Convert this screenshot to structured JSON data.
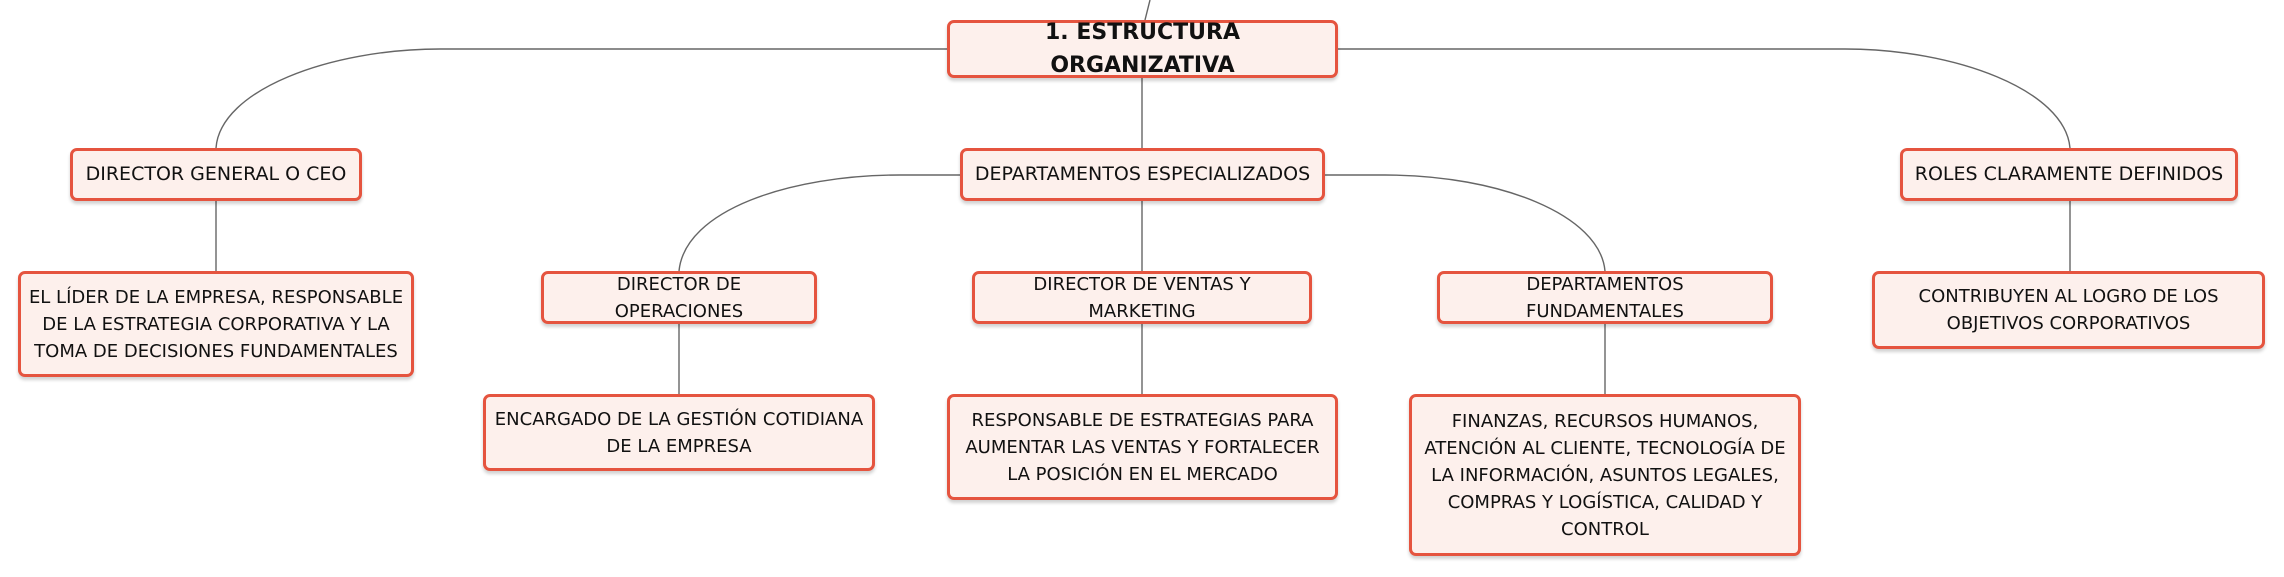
{
  "colors": {
    "node_fill": "#fdf0ec",
    "node_border": "#e5543f",
    "connector": "#666666"
  },
  "diagram": {
    "root": "1. ESTRUCTURA ORGANIZATIVA",
    "director_general": "DIRECTOR GENERAL O CEO",
    "director_general_desc": "EL LÍDER DE LA EMPRESA, RESPONSABLE DE LA ESTRATEGIA CORPORATIVA Y LA TOMA DE DECISIONES FUNDAMENTALES",
    "departamentos": "DEPARTAMENTOS ESPECIALIZADOS",
    "dir_operaciones": "DIRECTOR DE OPERACIONES",
    "dir_operaciones_desc": "ENCARGADO DE LA GESTIÓN COTIDIANA DE LA EMPRESA",
    "dir_ventas": "DIRECTOR DE VENTAS Y MARKETING",
    "dir_ventas_desc": "RESPONSABLE DE ESTRATEGIAS PARA AUMENTAR LAS VENTAS Y FORTALECER LA POSICIÓN EN EL MERCADO",
    "dep_fundamentales": "DEPARTAMENTOS FUNDAMENTALES",
    "dep_fundamentales_desc": "FINANZAS, RECURSOS HUMANOS, ATENCIÓN AL CLIENTE, TECNOLOGÍA DE LA INFORMACIÓN, ASUNTOS LEGALES, COMPRAS Y LOGÍSTICA, CALIDAD Y CONTROL",
    "roles": "ROLES CLARAMENTE DEFINIDOS",
    "roles_desc": "CONTRIBUYEN AL LOGRO DE LOS OBJETIVOS CORPORATIVOS"
  }
}
